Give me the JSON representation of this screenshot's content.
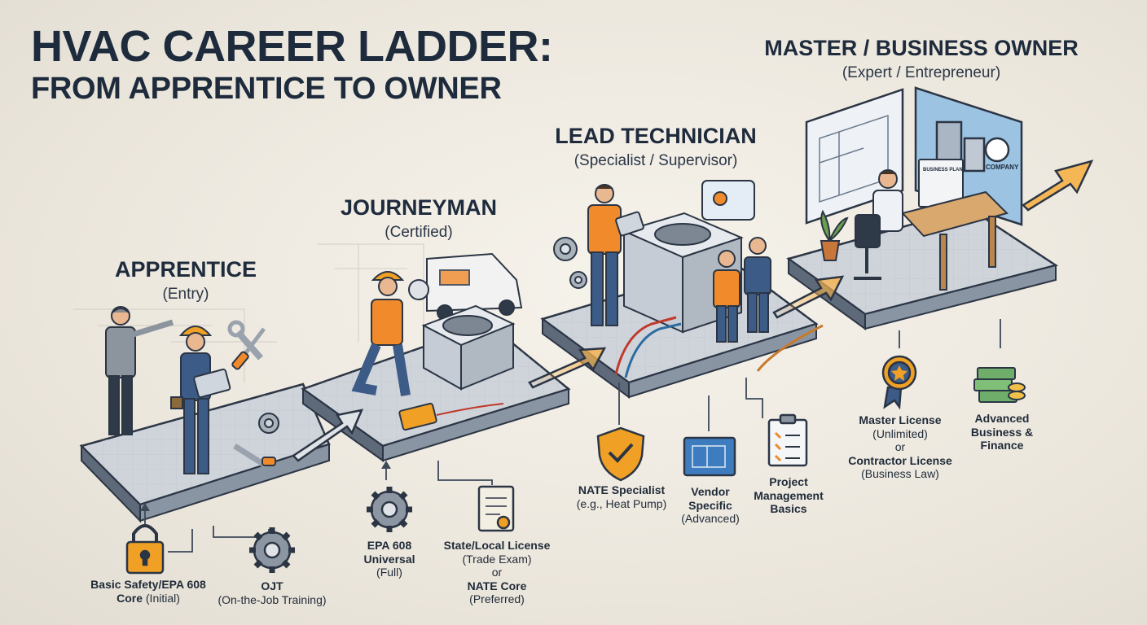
{
  "title": {
    "line1": "HVAC CAREER LADDER:",
    "line2": "FROM APPRENTICE TO OWNER"
  },
  "stages": [
    {
      "name": "APPRENTICE",
      "subtitle": "(Entry)"
    },
    {
      "name": "JOURNEYMAN",
      "subtitle": "(Certified)"
    },
    {
      "name": "LEAD TECHNICIAN",
      "subtitle": "(Specialist / Supervisor)"
    },
    {
      "name": "MASTER / BUSINESS OWNER",
      "subtitle": "(Expert / Entrepreneur)"
    }
  ],
  "requirements": {
    "basic_safety": {
      "bold": "Basic Safety/EPA 608",
      "bold2": "Core",
      "plain": "(Initial)",
      "icon": "padlock-icon"
    },
    "ojt": {
      "bold": "OJT",
      "plain": "(On-the-Job Training)",
      "icon": "gear-icon"
    },
    "epa608": {
      "bold1": "EPA 608",
      "bold2": "Universal",
      "plain": "(Full)",
      "icon": "gear-icon"
    },
    "state_license": {
      "bold": "State/Local License",
      "plain1": "(Trade Exam)",
      "or": "or",
      "bold2": "NATE Core",
      "plain2": "(Preferred)",
      "icon": "certificate-scroll-icon"
    },
    "nate_specialist": {
      "bold": "NATE Specialist",
      "plain": "(e.g., Heat Pump)",
      "icon": "shield-check-icon"
    },
    "vendor": {
      "bold1": "Vendor",
      "bold2": "Specific",
      "plain": "(Advanced)",
      "icon": "blueprint-icon"
    },
    "project_mgmt": {
      "bold1": "Project",
      "bold2": "Management",
      "bold3": "Basics",
      "icon": "clipboard-checklist-icon"
    },
    "master_license": {
      "bold": "Master License",
      "plain1": "(Unlimited)",
      "or": "or",
      "bold2": "Contractor License",
      "plain2": "(Business Law)",
      "icon": "award-badge-icon"
    },
    "business_finance": {
      "bold1": "Advanced",
      "bold2": "Business &",
      "bold3": "Finance",
      "icon": "money-stack-icon"
    }
  },
  "scene_labels": {
    "company": "COMPANY",
    "business_plan": "BUSINESS PLAN"
  },
  "colors": {
    "navy": "#1e2b3c",
    "orange": "#f08a2a",
    "platform_top": "#cfd4db",
    "platform_side": "#7c8796",
    "arrow_glow": "#f7b24a"
  }
}
